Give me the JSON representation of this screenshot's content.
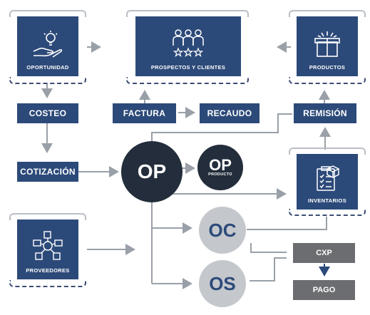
{
  "nodes": {
    "oportunidad": "OPORTUNIDAD",
    "prospectos": "PROSPECTOS Y CLIENTES",
    "productos": "PRODUCTOS",
    "costeo": "COSTEO",
    "factura": "FACTURA",
    "recaudo": "RECAUDO",
    "remision": "REMISIÓN",
    "cotizacion": "COTIZACIÓN",
    "op": "OP",
    "op_producto_title": "OP",
    "op_producto_sub": "PRODUCTO",
    "inventarios": "INVENTARIOS",
    "proveedores": "PROVEEDORES",
    "oc": "OC",
    "os": "OS",
    "cxp": "CXP",
    "pago": "PAGO"
  },
  "colors": {
    "navy": "#2c4a79",
    "dark": "#232d3b",
    "light_gray": "#c4c7cc",
    "gray_box": "#6b6d70",
    "connector": "#9aa0a8"
  }
}
